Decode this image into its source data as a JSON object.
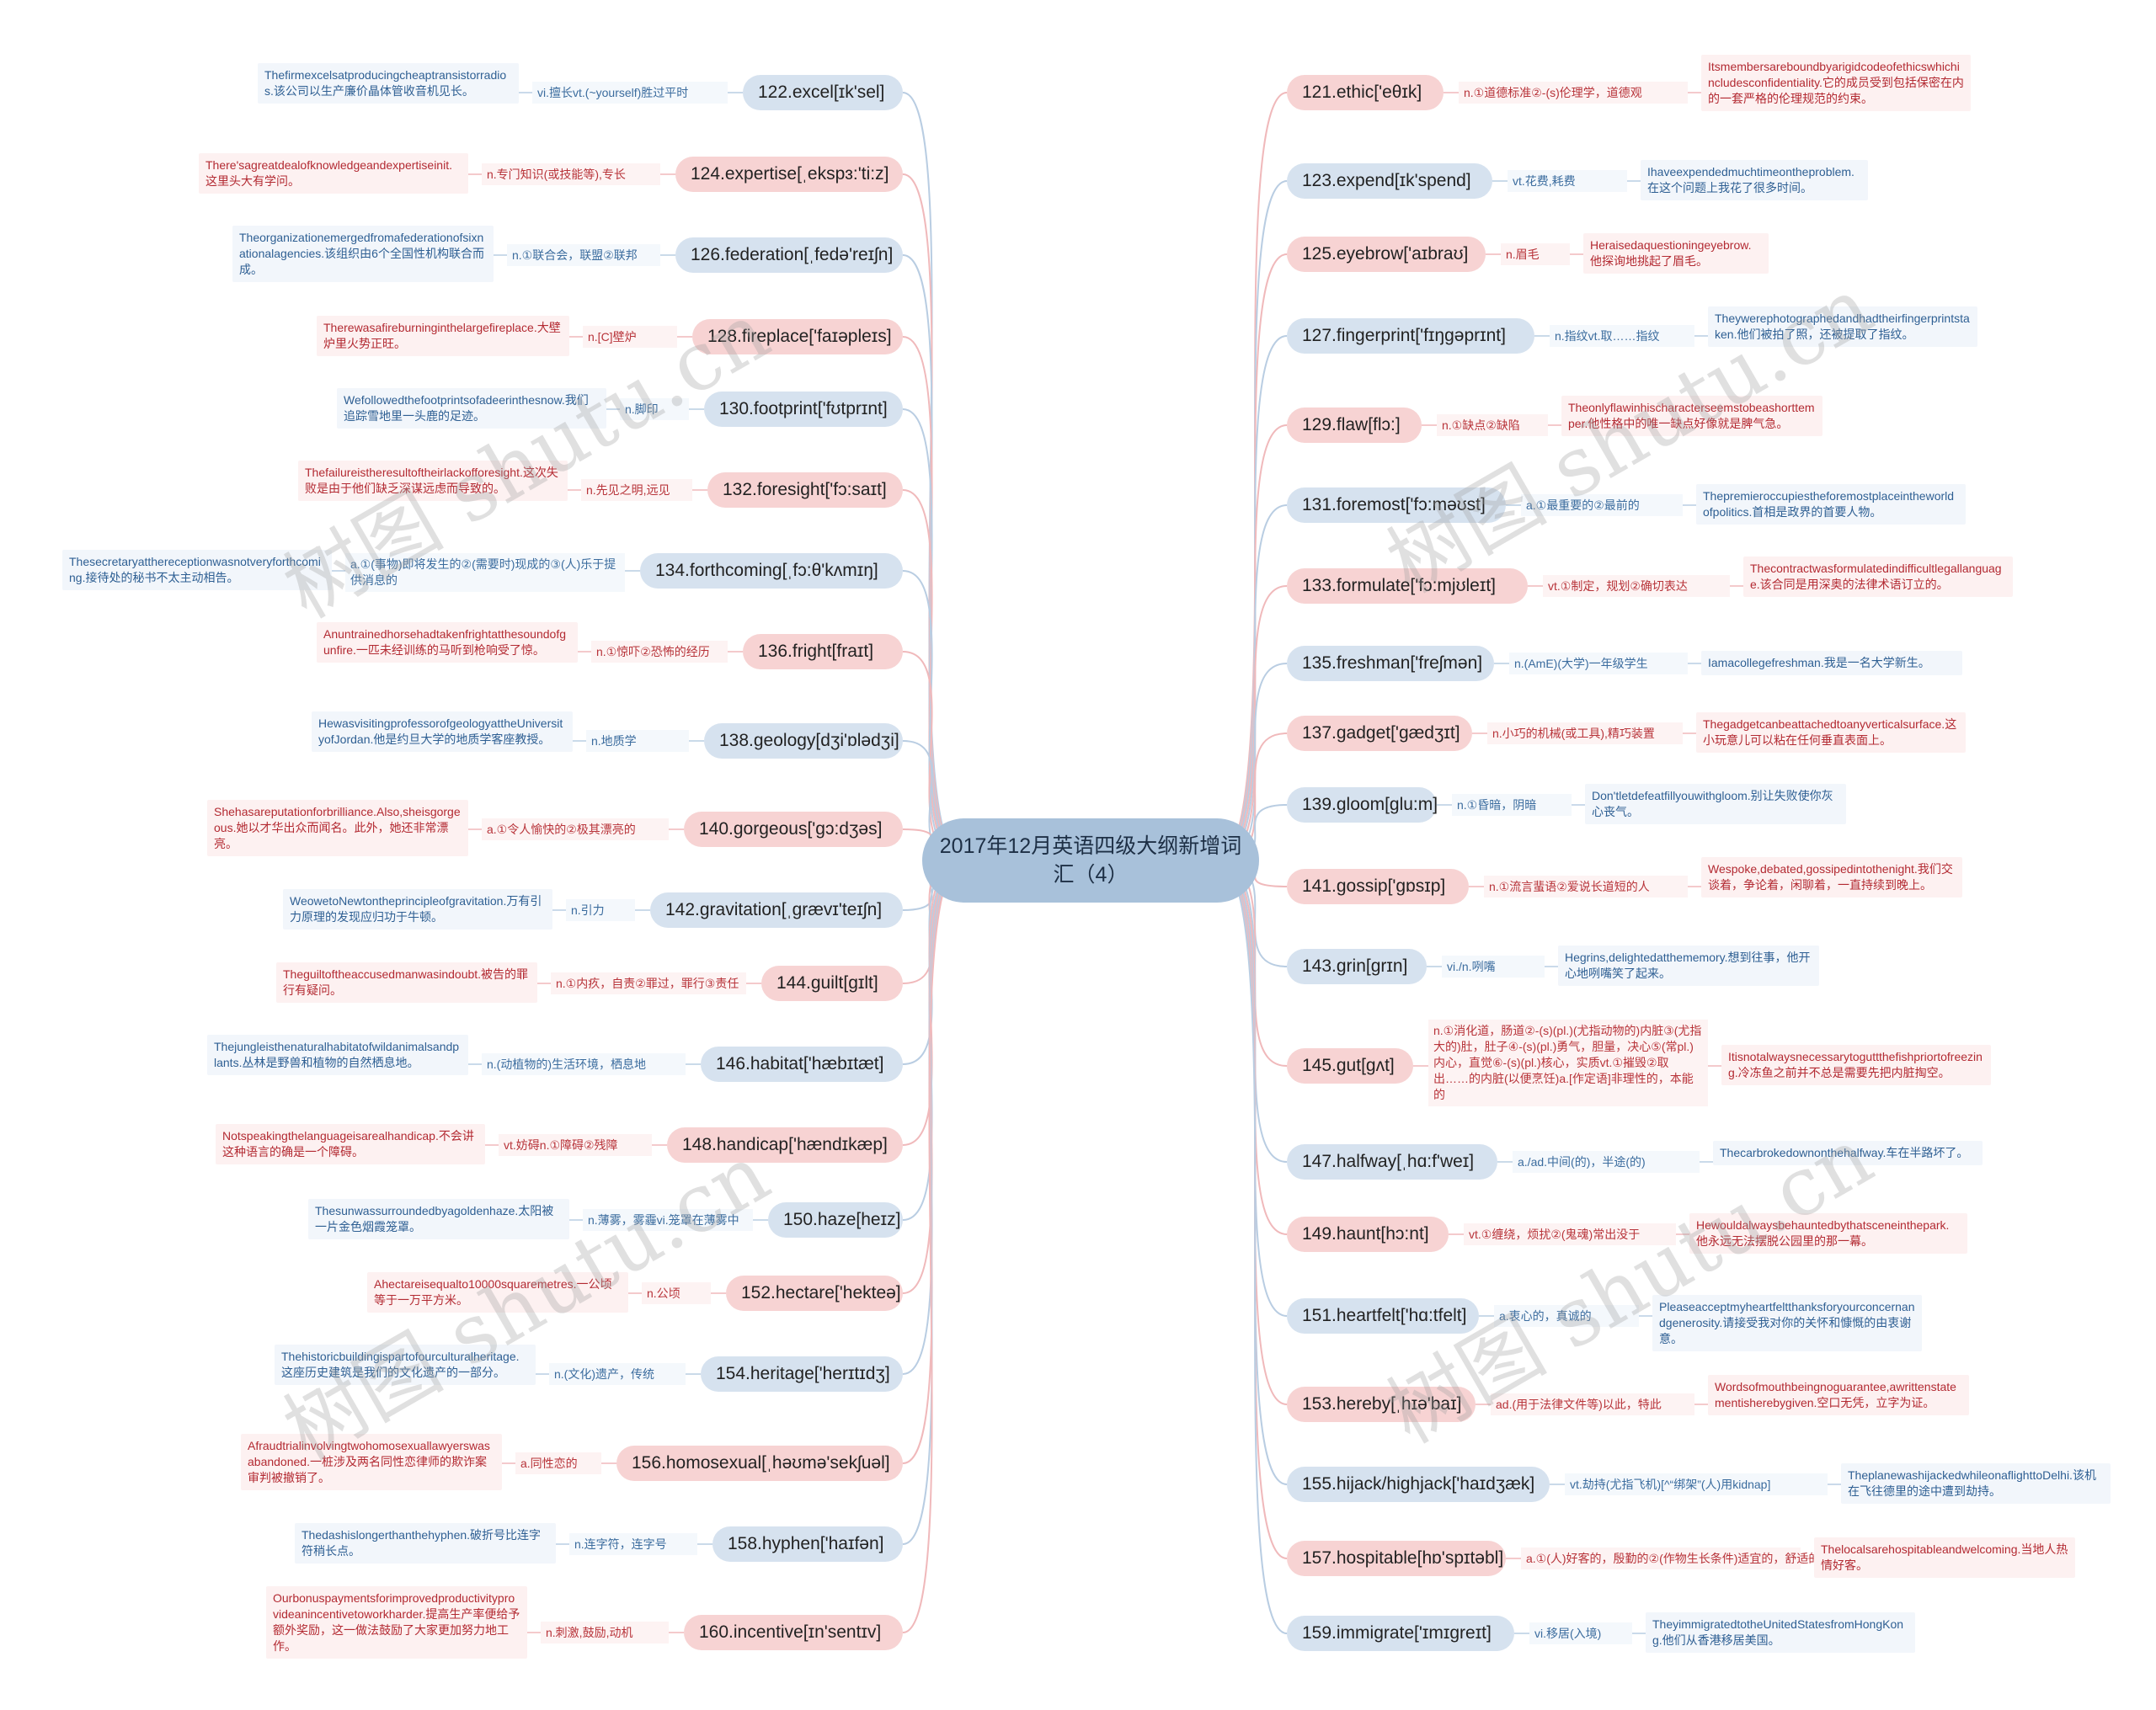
{
  "title": "2017年12月英语四级大纲新增词汇（4）",
  "watermark": "树图 shutu.cn",
  "colors": {
    "blue_line": "#b9cde2",
    "pink_line": "#f0b9bb"
  },
  "left": [
    {
      "word": "122.excel[ɪk'sel]",
      "pos": "vi.擅长vt.(~yourself)胜过平时",
      "example": "Thefirmexcelsatproducingcheaptransistorradios.该公司以生产廉价晶体管收音机见长。",
      "color": "blue"
    },
    {
      "word": "124.expertise[ˌekspɜ:'ti:z]",
      "pos": "n.专门知识(或技能等),专长",
      "example": "There'sagreatdealofknowledgeandexpertiseinit.这里头大有学问。",
      "color": "pink"
    },
    {
      "word": "126.federation[ˌfedə'reɪʃn]",
      "pos": "n.①联合会，联盟②联邦",
      "example": "Theorganizationemergedfromafederationofsixnationalagencies.该组织由6个全国性机构联合而成。",
      "color": "blue"
    },
    {
      "word": "128.fireplace['faɪəpleɪs]",
      "pos": "n.[C]壁炉",
      "example": "Therewasafireburninginthelargefireplace.大壁炉里火势正旺。",
      "color": "pink"
    },
    {
      "word": "130.footprint['fʊtprɪnt]",
      "pos": "n.脚印",
      "example": "Wefollowedthefootprintsofadeerinthesnow.我们追踪雪地里一头鹿的足迹。",
      "color": "blue"
    },
    {
      "word": "132.foresight['fɔ:saɪt]",
      "pos": "n.先见之明,远见",
      "example": "Thefailureistheresultoftheirlackofforesight.这次失败是由于他们缺乏深谋远虑而导致的。",
      "color": "pink"
    },
    {
      "word": "134.forthcoming[ˌfɔ:θ'kʌmɪŋ]",
      "pos": "a.①(事物)即将发生的②(需要时)现成的③(人)乐于提供消息的",
      "example": "Thesecretaryatthereceptionwasnotveryforthcoming.接待处的秘书不太主动相告。",
      "color": "blue"
    },
    {
      "word": "136.fright[fraɪt]",
      "pos": "n.①惊吓②恐怖的经历",
      "example": "Anuntrainedhorsehadtakenfrightatthesoundofgunfire.一匹未经训练的马听到枪响受了惊。",
      "color": "pink"
    },
    {
      "word": "138.geology[dʒi'ɒlədʒi]",
      "pos": "n.地质学",
      "example": "HewasvisitingprofessorofgeologyattheUniversityofJordan.他是约旦大学的地质学客座教授。",
      "color": "blue"
    },
    {
      "word": "140.gorgeous['gɔ:dʒəs]",
      "pos": "a.①令人愉快的②极其漂亮的",
      "example": "Shehasareputationforbrilliance.Also,sheisgorgeous.她以才华出众而闻名。此外，她还非常漂亮。",
      "color": "pink"
    },
    {
      "word": "142.gravitation[ˌgrævɪ'teɪʃn]",
      "pos": "n.引力",
      "example": "WeowetoNewtontheprincipleofgravitation.万有引力原理的发现应归功于牛顿。",
      "color": "blue"
    },
    {
      "word": "144.guilt[gɪlt]",
      "pos": "n.①内疚，自责②罪过，罪行③责任",
      "example": "Theguiltoftheaccusedmanwasindoubt.被告的罪行有疑问。",
      "color": "pink"
    },
    {
      "word": "146.habitat['hæbɪtæt]",
      "pos": "n.(动植物的)生活环境，栖息地",
      "example": "Thejungleisthenaturalhabitatofwildanimalsandplants.丛林是野兽和植物的自然栖息地。",
      "color": "blue"
    },
    {
      "word": "148.handicap['hændɪkæp]",
      "pos": "vt.妨碍n.①障碍②残障",
      "example": "Notspeakingthelanguageisarealhandicap.不会讲这种语言的确是一个障碍。",
      "color": "pink"
    },
    {
      "word": "150.haze[heɪz]",
      "pos": "n.薄雾，雾霾vi.笼罩在薄雾中",
      "example": "Thesunwassurroundedbyagoldenhaze.太阳被一片金色烟霞笼罩。",
      "color": "blue"
    },
    {
      "word": "152.hectare['hekteə]",
      "pos": "n.公顷",
      "example": "Ahectareisequalto10000squaremetres.一公顷等于一万平方米。",
      "color": "pink"
    },
    {
      "word": "154.heritage['herɪtɪdʒ]",
      "pos": "n.(文化)遗产，传统",
      "example": "Thehistoricbuildingispartofourculturalheritage.这座历史建筑是我们的文化遗产的一部分。",
      "color": "blue"
    },
    {
      "word": "156.homosexual[ˌhəʊmə'sekʃuəl]",
      "pos": "a.同性恋的",
      "example": "Afraudtrialinvolvingtwohomosexuallawyerswasabandoned.一桩涉及两名同性恋律师的欺诈案审判被撤销了。",
      "color": "pink"
    },
    {
      "word": "158.hyphen['haɪfən]",
      "pos": "n.连字符，连字号",
      "example": "Thedashislongerthanthehyphen.破折号比连字符稍长点。",
      "color": "blue"
    },
    {
      "word": "160.incentive[ɪn'sentɪv]",
      "pos": "n.刺激,鼓励,动机",
      "example": "Ourbonuspaymentsforimprovedproductivityprovideanincentivetoworkharder.提高生产率便给予额外奖励，这一做法鼓励了大家更加努力地工作。",
      "color": "pink"
    }
  ],
  "right": [
    {
      "word": "121.ethic['eθɪk]",
      "pos": "n.①道德标准②-(s)伦理学，道德观",
      "example": "Itsmembersareboundbyarigidcodeofethicswhichincludesconfidentiality.它的成员受到包括保密在内的一套严格的伦理规范的约束。",
      "color": "pink"
    },
    {
      "word": "123.expend[ɪk'spend]",
      "pos": "vt.花费,耗费",
      "example": "Ihaveexpendedmuchtimeontheproblem.在这个问题上我花了很多时间。",
      "color": "blue"
    },
    {
      "word": "125.eyebrow['aɪbraʊ]",
      "pos": "n.眉毛",
      "example": "Heraisedaquestioningeyebrow.他探询地挑起了眉毛。",
      "color": "pink"
    },
    {
      "word": "127.fingerprint['fɪŋgəprɪnt]",
      "pos": "n.指纹vt.取……指纹",
      "example": "Theywerephotographedandhadtheirfingerprintstaken.他们被拍了照，还被提取了指纹。",
      "color": "blue"
    },
    {
      "word": "129.flaw[flɔ:]",
      "pos": "n.①缺点②缺陷",
      "example": "Theonlyflawinhischaracterseemstobeashorttemper.他性格中的唯一缺点好像就是脾气急。",
      "color": "pink"
    },
    {
      "word": "131.foremost['fɔ:məʊst]",
      "pos": "a.①最重要的②最前的",
      "example": "Thepremieroccupiestheforemostplaceintheworldofpolitics.首相是政界的首要人物。",
      "color": "blue"
    },
    {
      "word": "133.formulate['fɔ:mjʊleɪt]",
      "pos": "vt.①制定，规划②确切表达",
      "example": "Thecontractwasformulatedindifficultlegallanguage.该合同是用深奥的法律术语订立的。",
      "color": "pink"
    },
    {
      "word": "135.freshman['freʃmən]",
      "pos": "n.(AmE)(大学)一年级学生",
      "example": "Iamacollegefreshman.我是一名大学新生。",
      "color": "blue"
    },
    {
      "word": "137.gadget['gædʒɪt]",
      "pos": "n.小巧的机械(或工具),精巧装置",
      "example": "Thegadgetcanbeattachedtoanyverticalsurface.这小玩意儿可以粘在任何垂直表面上。",
      "color": "pink"
    },
    {
      "word": "139.gloom[glu:m]",
      "pos": "n.①昏暗，阴暗",
      "example": "Don'tletdefeatfillyouwithgloom.别让失败使你灰心丧气。",
      "color": "blue"
    },
    {
      "word": "141.gossip['gɒsɪp]",
      "pos": "n.①流言蜚语②爱说长道短的人",
      "example": "Wespoke,debated,gossipedintothenight.我们交谈着，争论着，闲聊着，一直持续到晚上。",
      "color": "pink"
    },
    {
      "word": "143.grin[grɪn]",
      "pos": "vi./n.咧嘴",
      "example": "Hegrins,delightedatthememory.想到往事，他开心地咧嘴笑了起来。",
      "color": "blue"
    },
    {
      "word": "145.gut[gʌt]",
      "pos": "n.①消化道，肠道②-(s)(pl.)(尤指动物的)内脏③(尤指大的)肚，肚子④-(s)(pl.)勇气，胆量，决心⑤(常pl.)内心，直觉⑥-(s)(pl.)核心，实质vt.①摧毁②取出……的内脏(以便烹饪)a.[作定语]非理性的，本能的",
      "example": "Itisnotalwaysnecessarytoguttthefishpriortofreezing.冷冻鱼之前并不总是需要先把内脏掏空。",
      "color": "pink"
    },
    {
      "word": "147.halfway[ˌhɑ:f'weɪ]",
      "pos": "a./ad.中间(的)，半途(的)",
      "example": "Thecarbrokedownonthehalfway.车在半路坏了。",
      "color": "blue"
    },
    {
      "word": "149.haunt[hɔ:nt]",
      "pos": "vt.①缠绕，烦扰②(鬼魂)常出没于",
      "example": "Hewouldalwaysbehauntedbythatsceneinthepark.他永远无法摆脱公园里的那一幕。",
      "color": "pink"
    },
    {
      "word": "151.heartfelt['hɑ:tfelt]",
      "pos": "a.衷心的，真诚的",
      "example": "Pleaseacceptmyheartfeltthanksforyourconcernandgenerosity.请接受我对你的关怀和慷慨的由衷谢意。",
      "color": "blue"
    },
    {
      "word": "153.hereby[ˌhɪə'baɪ]",
      "pos": "ad.(用于法律文件等)以此，特此",
      "example": "Wordsofmouthbeingnoguarantee,awrittenstatementisherebygiven.空口无凭，立字为证。",
      "color": "pink"
    },
    {
      "word": "155.hijack/highjack['haɪdʒæk]",
      "pos": "vt.劫持(尤指飞机)[^“绑架”(人)用kidnap]",
      "example": "TheplanewashijackedwhileonaflighttoDelhi.该机在飞往德里的途中遭到劫持。",
      "color": "blue"
    },
    {
      "word": "157.hospitable[hɒ'spɪtəbl]",
      "pos": "a.①(人)好客的，殷勤的②(作物生长条件)适宜的，舒适的",
      "example": "Thelocalsarehospitableandwelcoming.当地人热情好客。",
      "color": "pink"
    },
    {
      "word": "159.immigrate['ɪmɪgreɪt]",
      "pos": "vi.移居(入境)",
      "example": "TheyimmigratedtotheUnitedStatesfromHongKong.他们从香港移居美国。",
      "color": "blue"
    }
  ]
}
